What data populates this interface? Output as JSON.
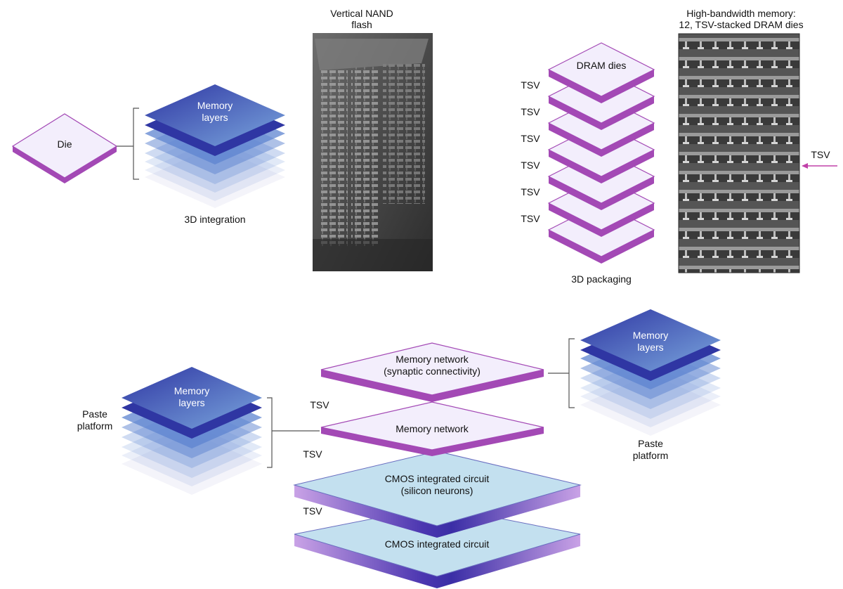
{
  "panel_top_left": {
    "die_label": "Die",
    "memory_label_line1": "Memory",
    "memory_label_line2": "layers",
    "caption": "3D integration"
  },
  "panel_nand": {
    "title_line1": "Vertical NAND",
    "title_line2": "flash"
  },
  "panel_hbm": {
    "stack_top_label": "DRAM dies",
    "tsv_labels": [
      "TSV",
      "TSV",
      "TSV",
      "TSV",
      "TSV",
      "TSV"
    ],
    "caption": "3D packaging",
    "title_line1": "High-bandwidth memory:",
    "title_line2": "12, TSV-stacked DRAM dies",
    "arrow_label": "TSV"
  },
  "panel_bottom": {
    "left_memory_line1": "Memory",
    "left_memory_line2": "layers",
    "left_paste_line1": "Paste",
    "left_paste_line2": "platform",
    "network_top_line1": "Memory network",
    "network_top_line2": "(synaptic connectivity)",
    "network_mid": "Memory network",
    "cmos_top_line1": "CMOS integrated circuit",
    "cmos_top_line2": "(silicon neurons)",
    "cmos_bottom": "CMOS integrated circuit",
    "tsv_1": "TSV",
    "tsv_2": "TSV",
    "tsv_3": "TSV",
    "right_memory_line1": "Memory",
    "right_memory_line2": "layers",
    "right_paste_line1": "Paste",
    "right_paste_line2": "platform"
  },
  "colors": {
    "die_top": "#f3eefc",
    "die_side": "#a349b5",
    "memory_dark": "#3d46b0",
    "memory_light": "#6b97d6",
    "cmos_top": "#c3e0ef",
    "cmos_side": "#6a3ab6",
    "tsv_arrow": "#c040a8"
  }
}
